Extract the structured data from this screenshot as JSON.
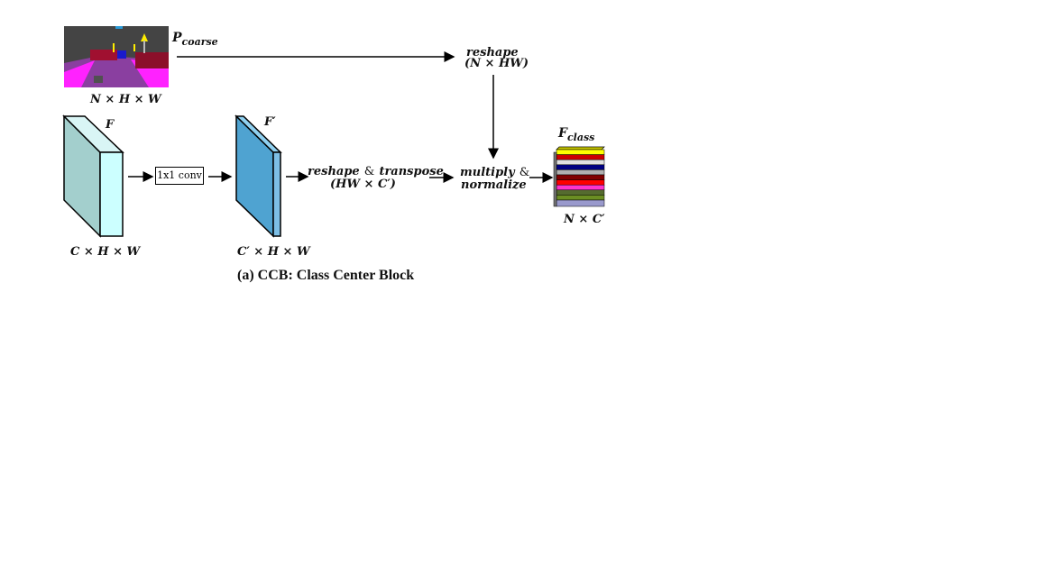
{
  "labels": {
    "p_coarse": "P",
    "p_coarse_sub": "coarse",
    "nhw": "N × H × W",
    "f": "F",
    "f_prime": "F′",
    "chw": "C × H × W",
    "cphw": "C′ × H × W",
    "conv": "1x1 conv",
    "reshape_top": "reshape",
    "reshape_top_dims": "(N × HW)",
    "reshape_transpose_a": "reshape",
    "reshape_transpose_amp": "&",
    "reshape_transpose_b": "transpose",
    "reshape_transpose_dims": "(HW × C′)",
    "multiply": "multiply",
    "multiply_amp": "&",
    "normalize": "normalize",
    "f_class": "F",
    "f_class_sub": "class",
    "ncp": "N × C′"
  },
  "caption": "(a) CCB: Class Center Block",
  "colors": {
    "f_block_front": "#a3cfcd",
    "f_block_side": "#ccffff",
    "fprime_block_front": "#4fa3d1",
    "fprime_block_side": "#8fd0f0",
    "class_stack": [
      "#ffff00",
      "#cc0000",
      "#e0e0e0",
      "#000080",
      "#b0b0b0",
      "#800000",
      "#ff0000",
      "#ff33cc",
      "#556b2f",
      "#6b8e23",
      "#9999cc"
    ]
  }
}
